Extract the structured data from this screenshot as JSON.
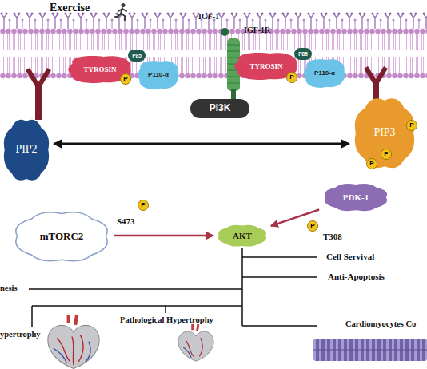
{
  "diagram": {
    "nodes": [
      {
        "text": [
          "TYROSIN"
        ]
      },
      {
        "text": [
          "P85"
        ]
      },
      {
        "text": [
          "P110-α"
        ]
      },
      {
        "text": [
          "P"
        ]
      },
      {
        "text": [
          "TYROSIN"
        ]
      },
      {
        "text": [
          "P85"
        ]
      },
      {
        "text": [
          "P110-α"
        ]
      },
      {
        "text": [
          "P"
        ]
      },
      {
        "text": [
          "PI3K"
        ]
      },
      {
        "text": [
          "PIP2"
        ]
      },
      {
        "text": [
          "PIP3"
        ]
      },
      {
        "text": [
          "P"
        ]
      },
      {
        "text": [
          "P"
        ]
      },
      {
        "text": [
          "P"
        ]
      },
      {
        "text": [
          "PDK-1"
        ]
      },
      {
        "text": [
          "mTORC2"
        ]
      },
      {
        "text": [
          "P"
        ]
      },
      {
        "text": [
          "AKT"
        ]
      },
      {
        "text": [
          "P"
        ]
      }
    ],
    "edges": [
      {
        "from": 9,
        "to": 10,
        "arrow": "both"
      },
      {
        "from": 15,
        "to": 17,
        "arrow": "to"
      },
      {
        "from": 14,
        "to": 17,
        "arrow": "to"
      }
    ],
    "labels": [
      "Exercise",
      "IGF-1",
      "IGF-1R",
      "S473",
      "T308",
      "Cell Servival",
      "Anti-Apoptosis",
      "nesis",
      "ypertrophy",
      "Pathological Hypertrophy",
      "Cardiomyocytes Co"
    ]
  }
}
